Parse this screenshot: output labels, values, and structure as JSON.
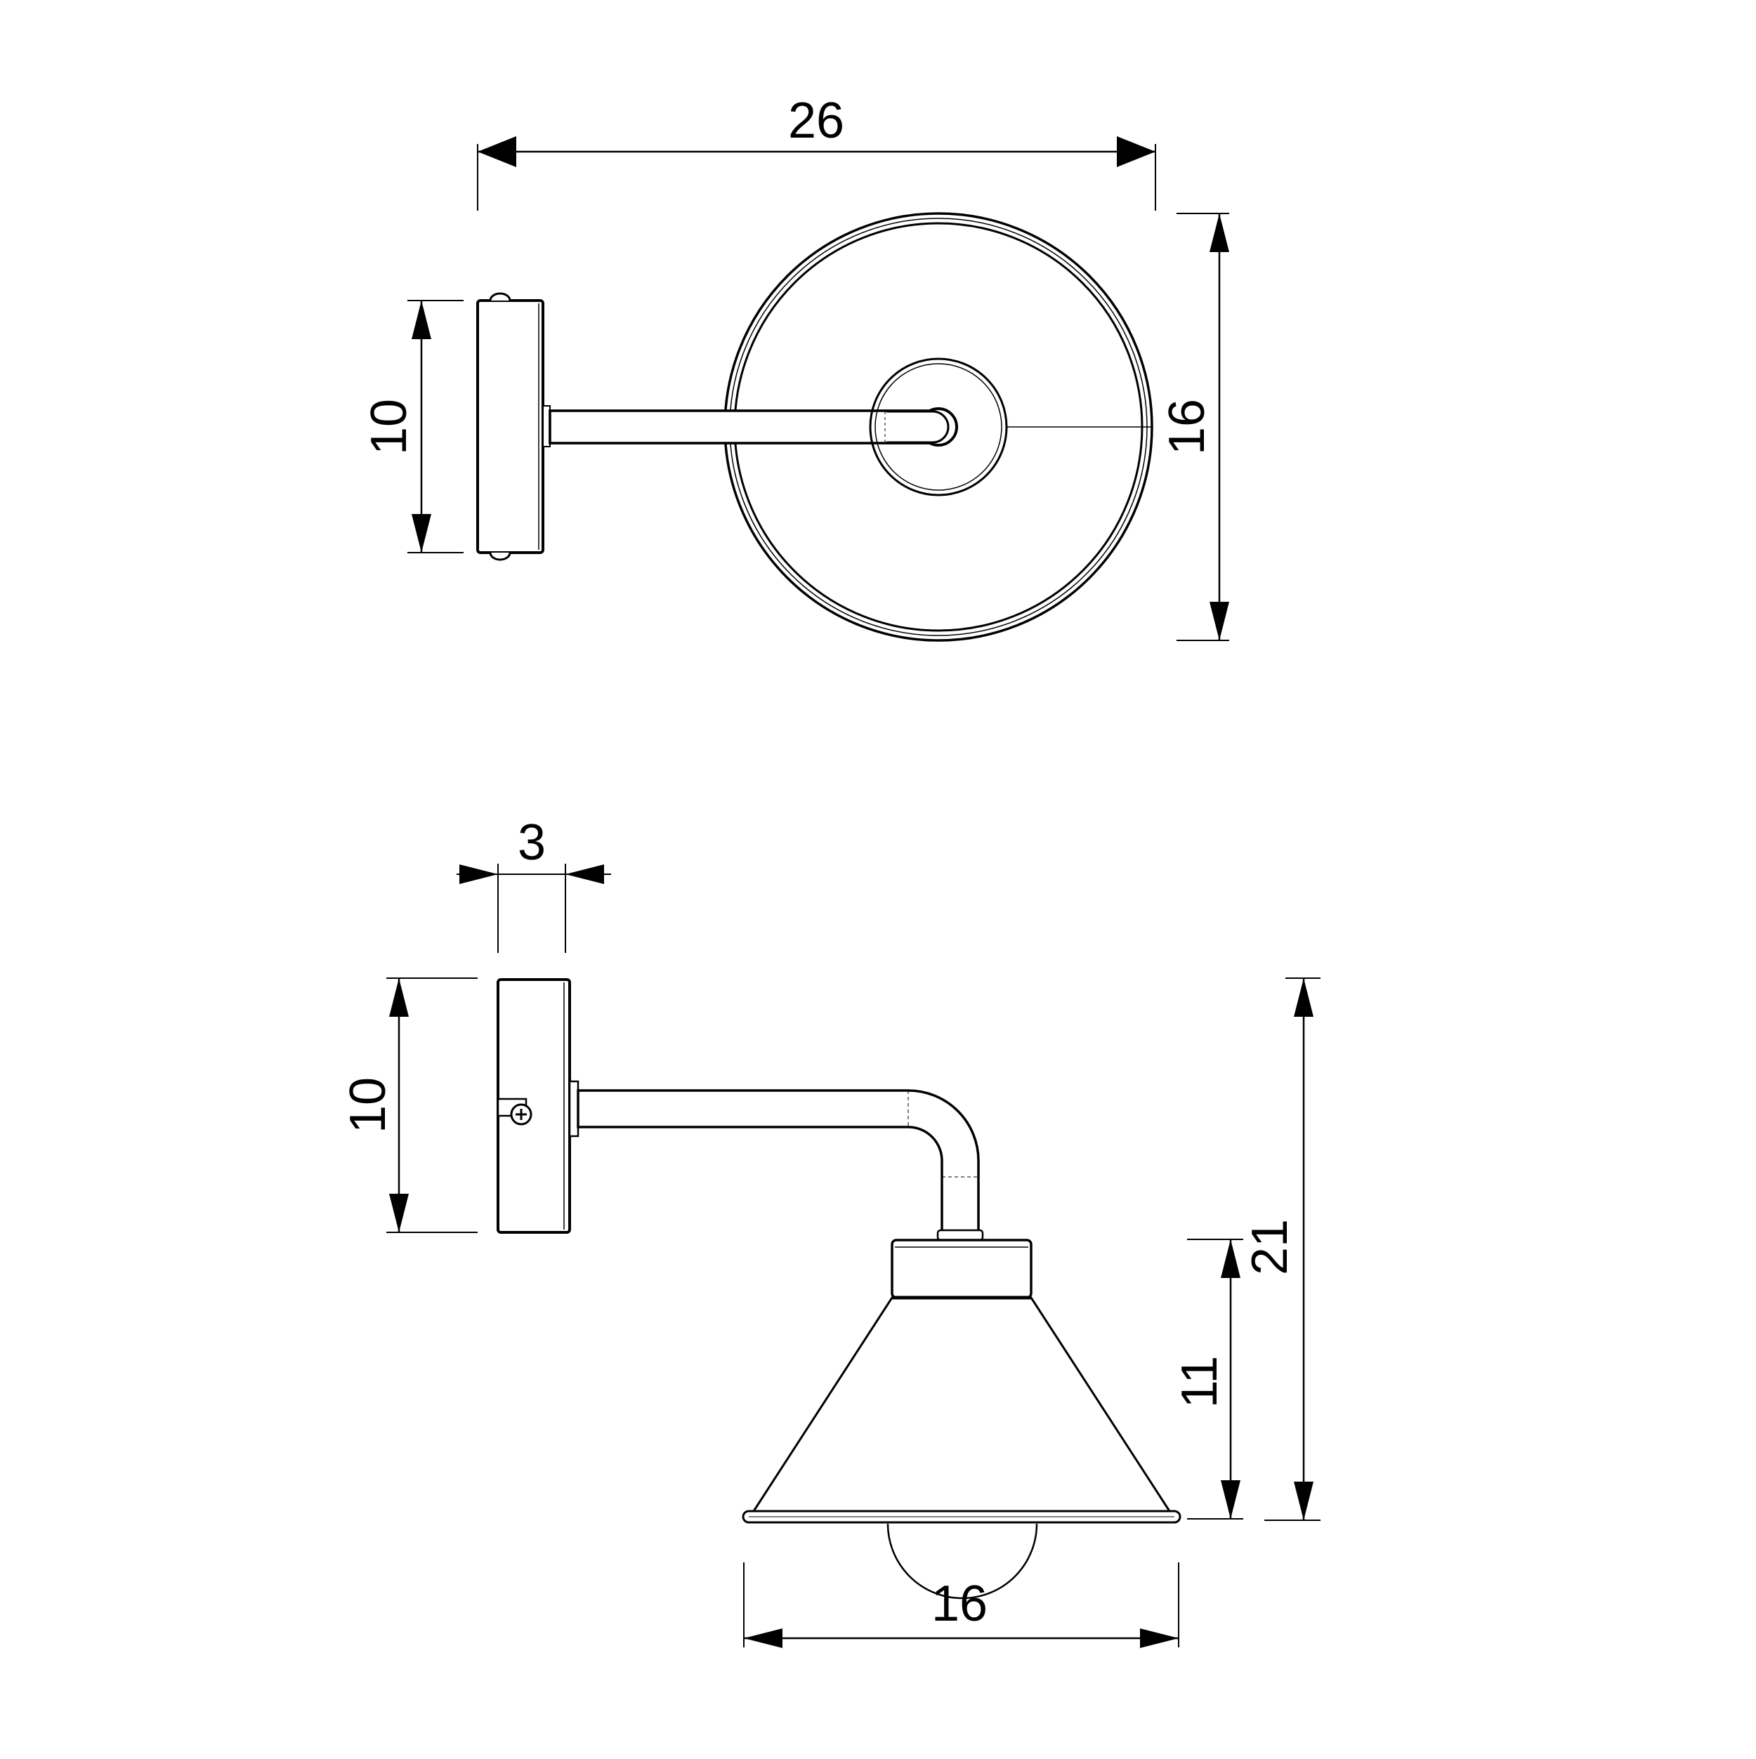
{
  "drawing": {
    "title": "Wall lamp technical dimension drawing",
    "units_note": "",
    "line_color": "#000000",
    "background": "#ffffff"
  },
  "top_view": {
    "dimensions": {
      "overall_width": "26",
      "backplate_height": "10",
      "shade_diameter": "16"
    }
  },
  "side_view": {
    "dimensions": {
      "backplate_depth": "3",
      "backplate_height": "10",
      "shade_height": "11",
      "overall_height": "21",
      "shade_width": "16"
    }
  }
}
